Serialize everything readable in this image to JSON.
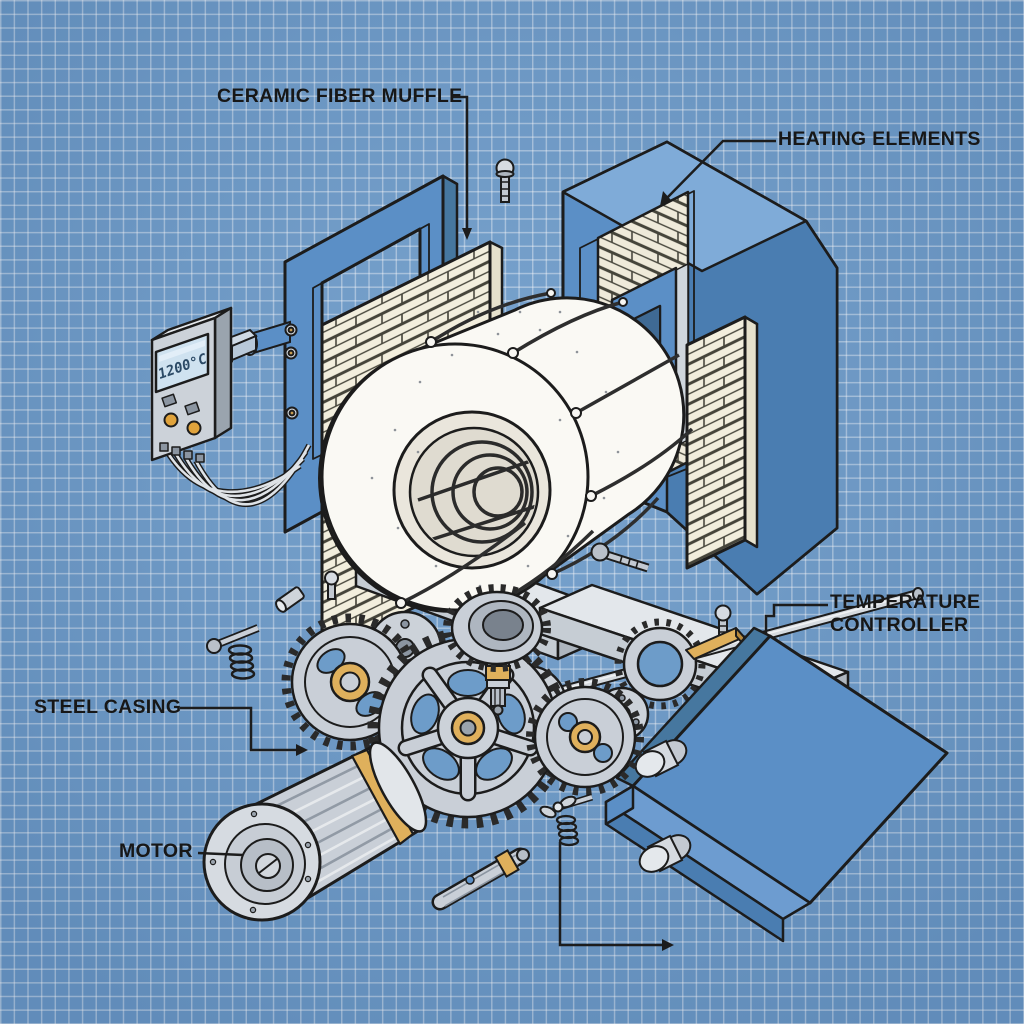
{
  "labels": {
    "ceramic_fiber_muffle": "CERAMIC FIBER MUFFLE",
    "heating_elements": "HEATING ELEMENTS",
    "temperature_controller": "TEMPERATURE CONTROLLER",
    "steel_casing": "STEEL CASING",
    "motor": "MOTOR"
  },
  "controller": {
    "display_value": "1200°C"
  },
  "colors": {
    "background_blue": "#6b9ac9",
    "grid_line": "#ffffff",
    "casing_blue": "#5b8fc6",
    "casing_blue_light": "#7fabd8",
    "casing_blue_dark": "#46779f",
    "brick_cream": "#f2eedd",
    "muffle_white": "#faf9f4",
    "metal_gray": "#c9cfd7",
    "brass_gold": "#dfb05c",
    "lcd_blue": "#cfe2f0",
    "outline_ink": "#1c1c1c",
    "label_text": "#171717"
  },
  "components": [
    "door-frame",
    "door-hinge",
    "temperature-controller-box",
    "controller-display",
    "controller-wires",
    "insulation-brick-panel",
    "ceramic-muffle-cylinder",
    "heating-element-wires",
    "inner-heating-coil",
    "furnace-casing",
    "furnace-brick-lining",
    "element-frame",
    "brick-column",
    "base-plate",
    "base-bar",
    "bevel-cup-gear",
    "small-gear-left",
    "large-spoked-gear",
    "small-gear-right",
    "ring-gear",
    "drive-shaft",
    "motor",
    "motor-shaft",
    "spline-shaft",
    "mounting-bracket",
    "bracket-studs",
    "screws",
    "wing-bolts",
    "springs",
    "gold-key-wedge"
  ]
}
